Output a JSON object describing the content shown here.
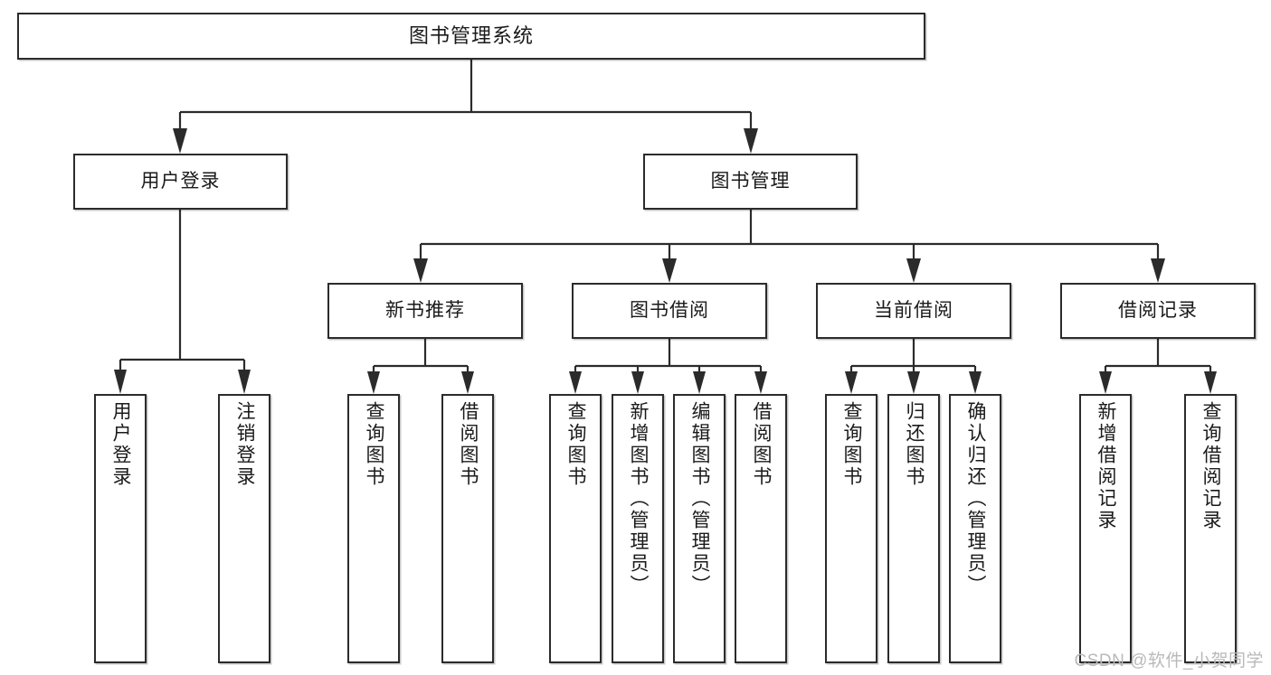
{
  "diagram": {
    "title": "图书管理系统",
    "type": "功能结构图",
    "theme": {
      "background": "#ffffff",
      "stroke": "#2b2b2b",
      "text": "#1a1a1a",
      "watermark": "#b9b9b9"
    },
    "nodes": {
      "root": {
        "label": "图书管理系统",
        "level": 1,
        "orientation": "horizontal"
      },
      "l2": [
        {
          "id": "user-login",
          "label": "用户登录",
          "level": 2,
          "orientation": "horizontal"
        },
        {
          "id": "book-manage",
          "label": "图书管理",
          "level": 2,
          "orientation": "horizontal"
        }
      ],
      "l3": [
        {
          "id": "new-book-recommend",
          "label": "新书推荐",
          "level": 3,
          "orientation": "horizontal"
        },
        {
          "id": "book-borrow",
          "label": "图书借阅",
          "level": 3,
          "orientation": "horizontal"
        },
        {
          "id": "current-borrow",
          "label": "当前借阅",
          "level": 3,
          "orientation": "horizontal"
        },
        {
          "id": "borrow-record",
          "label": "借阅记录",
          "level": 3,
          "orientation": "horizontal"
        }
      ],
      "leaves": [
        {
          "id": "leaf-user-login",
          "label": "用户登录",
          "parent": "user-login",
          "orientation": "vertical"
        },
        {
          "id": "leaf-user-logout",
          "label": "注销登录",
          "parent": "user-login",
          "orientation": "vertical"
        },
        {
          "id": "leaf-query-book-1",
          "label": "查询图书",
          "parent": "new-book-recommend",
          "orientation": "vertical"
        },
        {
          "id": "leaf-borrow-book-1",
          "label": "借阅图书",
          "parent": "new-book-recommend",
          "orientation": "vertical"
        },
        {
          "id": "leaf-query-book-2",
          "label": "查询图书",
          "parent": "book-borrow",
          "orientation": "vertical"
        },
        {
          "id": "leaf-add-book",
          "label": "新增图书（管理员）",
          "parent": "book-borrow",
          "orientation": "vertical"
        },
        {
          "id": "leaf-edit-book",
          "label": "编辑图书（管理员）",
          "parent": "book-borrow",
          "orientation": "vertical"
        },
        {
          "id": "leaf-borrow-book-2",
          "label": "借阅图书",
          "parent": "book-borrow",
          "orientation": "vertical"
        },
        {
          "id": "leaf-query-book-3",
          "label": "查询图书",
          "parent": "current-borrow",
          "orientation": "vertical"
        },
        {
          "id": "leaf-return-book",
          "label": "归还图书",
          "parent": "current-borrow",
          "orientation": "vertical"
        },
        {
          "id": "leaf-confirm-return",
          "label": "确认归还（管理员）",
          "parent": "current-borrow",
          "orientation": "vertical"
        },
        {
          "id": "leaf-add-record",
          "label": "新增借阅记录",
          "parent": "borrow-record",
          "orientation": "vertical"
        },
        {
          "id": "leaf-query-record",
          "label": "查询借阅记录",
          "parent": "borrow-record",
          "orientation": "vertical"
        }
      ]
    },
    "watermark": "CSDN @软件_小贺同学"
  }
}
